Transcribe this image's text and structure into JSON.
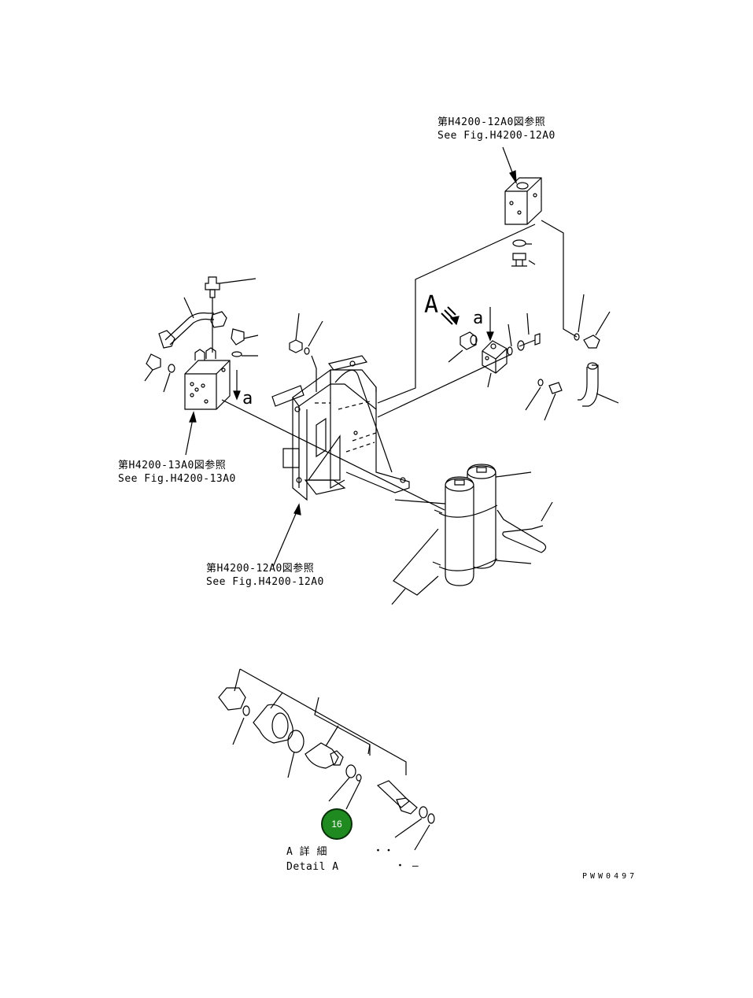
{
  "references": {
    "top_right_jp": "第H4200-12A0図参照",
    "top_right_en": "See Fig.H4200-12A0",
    "left_jp": "第H4200-13A0図参照",
    "left_en": "See Fig.H4200-13A0",
    "bottom_jp": "第H4200-12A0図参照",
    "bottom_en": "See Fig.H4200-12A0"
  },
  "markers": {
    "view_a": "A",
    "dir_a_right": "a",
    "dir_a_left": "a"
  },
  "detail": {
    "title_jp": "A 詳 細",
    "title_en": "Detail A",
    "dots": "・・",
    "dash": "・ –"
  },
  "hotspot": {
    "label": "16",
    "color": "#1f8a1f"
  },
  "drawing_code": "PWW0497"
}
